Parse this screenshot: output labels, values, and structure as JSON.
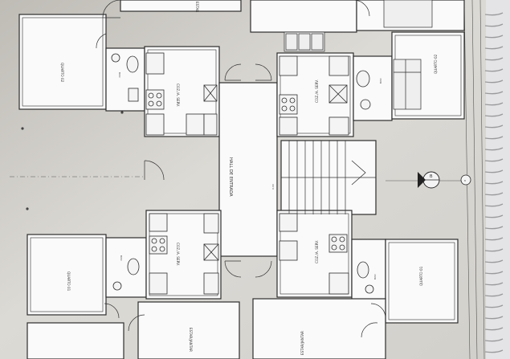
{
  "drawing": {
    "rooms": {
      "quarto_top_left": "QUARTO 02",
      "quarto_bottom_left": "QUARTO 01",
      "quarto_top_right": "QUARTO 02",
      "quarto_bottom_right": "QUARTO 01",
      "cozinha_top_left": "COZ./A. SERV.",
      "cozinha_bottom_left": "COZ./A. SERV.",
      "cozinha_top_right": "COZ./A. SERV.",
      "cozinha_bottom_right": "COZ./A. SERV.",
      "bwc_top_left": "BWC",
      "bwc_bottom_left": "BWC",
      "bwc_top_right": "BWC",
      "bwc_bottom_right": "BWC",
      "hall": "HALL DE ENTRADA",
      "estar_top_left": "ESTAR",
      "estar_bottom_left": "ESTAR/JANTAR",
      "estar_bottom_right": "ESTAR/JANTAR",
      "stair_level": "0,00"
    },
    "section_marker": "B",
    "dim_marker": "B"
  },
  "colors": {
    "paper": "#dcdad5",
    "paper_shadow": "#b9b6b0",
    "ink": "#2d2d2d",
    "wall_fill": "#ffffff",
    "binder": "#e8e8ea",
    "background": "#c9c6c0"
  }
}
